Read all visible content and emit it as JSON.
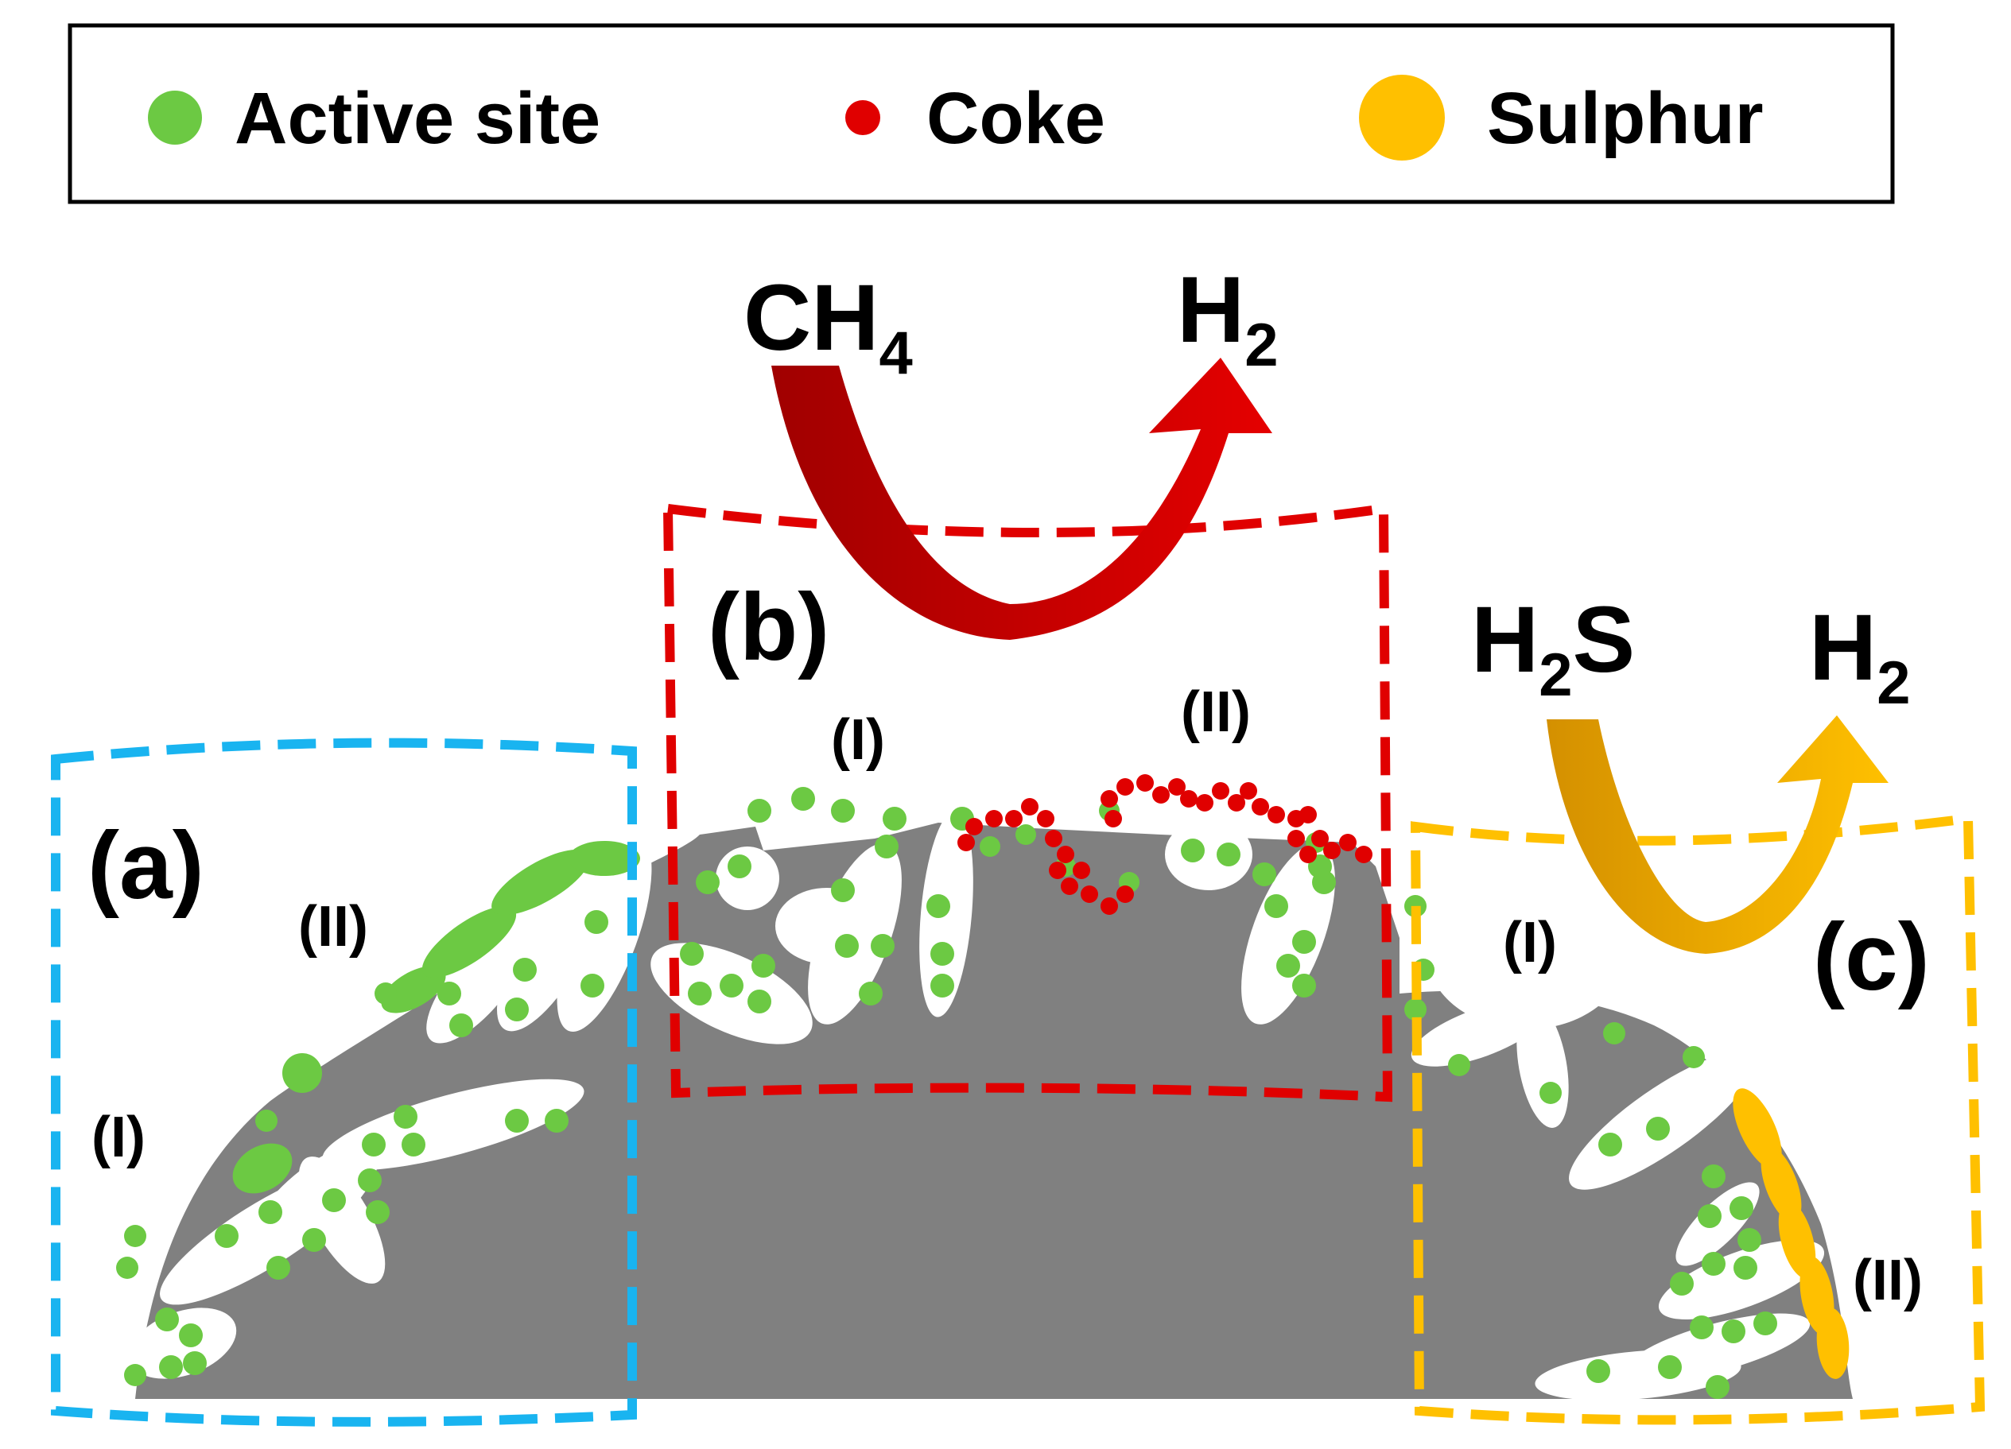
{
  "legend": {
    "active_site": "Active site",
    "coke": "Coke",
    "sulphur": "Sulphur"
  },
  "colors": {
    "active_site": "#6cc943",
    "coke": "#e00000",
    "sulphur": "#ffc000",
    "catalyst": "#808080",
    "box_a": "#19b4f0",
    "box_b": "#e00000",
    "box_c": "#ffc000",
    "arrow_ch4_start": "#a00000",
    "arrow_ch4_end": "#e50000",
    "arrow_h2s_start": "#d49000",
    "arrow_h2s_end": "#ffc000"
  },
  "reaction_b": {
    "reactant": "CH",
    "reactant_sub": "4",
    "product": "H",
    "product_sub": "2"
  },
  "reaction_c": {
    "reactant_a": "H",
    "reactant_sub": "2",
    "reactant_b": "S",
    "product": "H",
    "product_sub": "2"
  },
  "panels": {
    "a": {
      "label": "(a)",
      "region_1": "(I)",
      "region_2": "(II)"
    },
    "b": {
      "label": "(b)",
      "region_1": "(I)",
      "region_2": "(II)"
    },
    "c": {
      "label": "(c)",
      "region_1": "(I)",
      "region_2": "(II)"
    }
  }
}
